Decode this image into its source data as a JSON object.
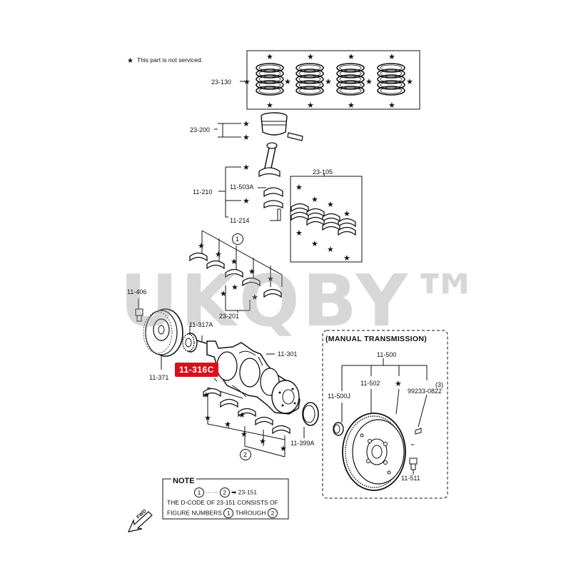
{
  "legend": {
    "star": "★",
    "text": "This part is not serviced."
  },
  "labels": {
    "p23_130": "23-130",
    "p23_200": "23-200",
    "p11_210": "11-210",
    "p11_503A": "11-503A",
    "p11_214": "11-214",
    "p23_105": "23-105",
    "p11_406": "11-406",
    "p11_317A": "11-317A",
    "p23_201": "23-201",
    "p11_301": "11-301",
    "p11_371": "11-371",
    "p11_399A": "11-399A",
    "p11_500": "11-500",
    "p11_500J": "11-500J",
    "p11_502": "11-502",
    "qty3": "(3)",
    "p99233": "99233-0822",
    "p11_511": "11-511",
    "circle1": "1",
    "circle2": "2"
  },
  "callout": {
    "text": "11-316C",
    "color": "#d8111b"
  },
  "manual_transmission": {
    "title": "(MANUAL TRANSMISSION)"
  },
  "note": {
    "title": "NOTE",
    "range_start": "1",
    "range_dots": "······",
    "range_end": "2",
    "arrow_ref": "➡ 23-151",
    "line2": "THE D-CODE OF  23-151  CONSISTS OF",
    "line3_pre": "FIGURE NUMBERS",
    "line3_n1": "1",
    "line3_mid": "THROUGH",
    "line3_n2": "2"
  },
  "fwd": {
    "text": "FWD"
  },
  "watermark": {
    "text": "UKQBY™"
  }
}
